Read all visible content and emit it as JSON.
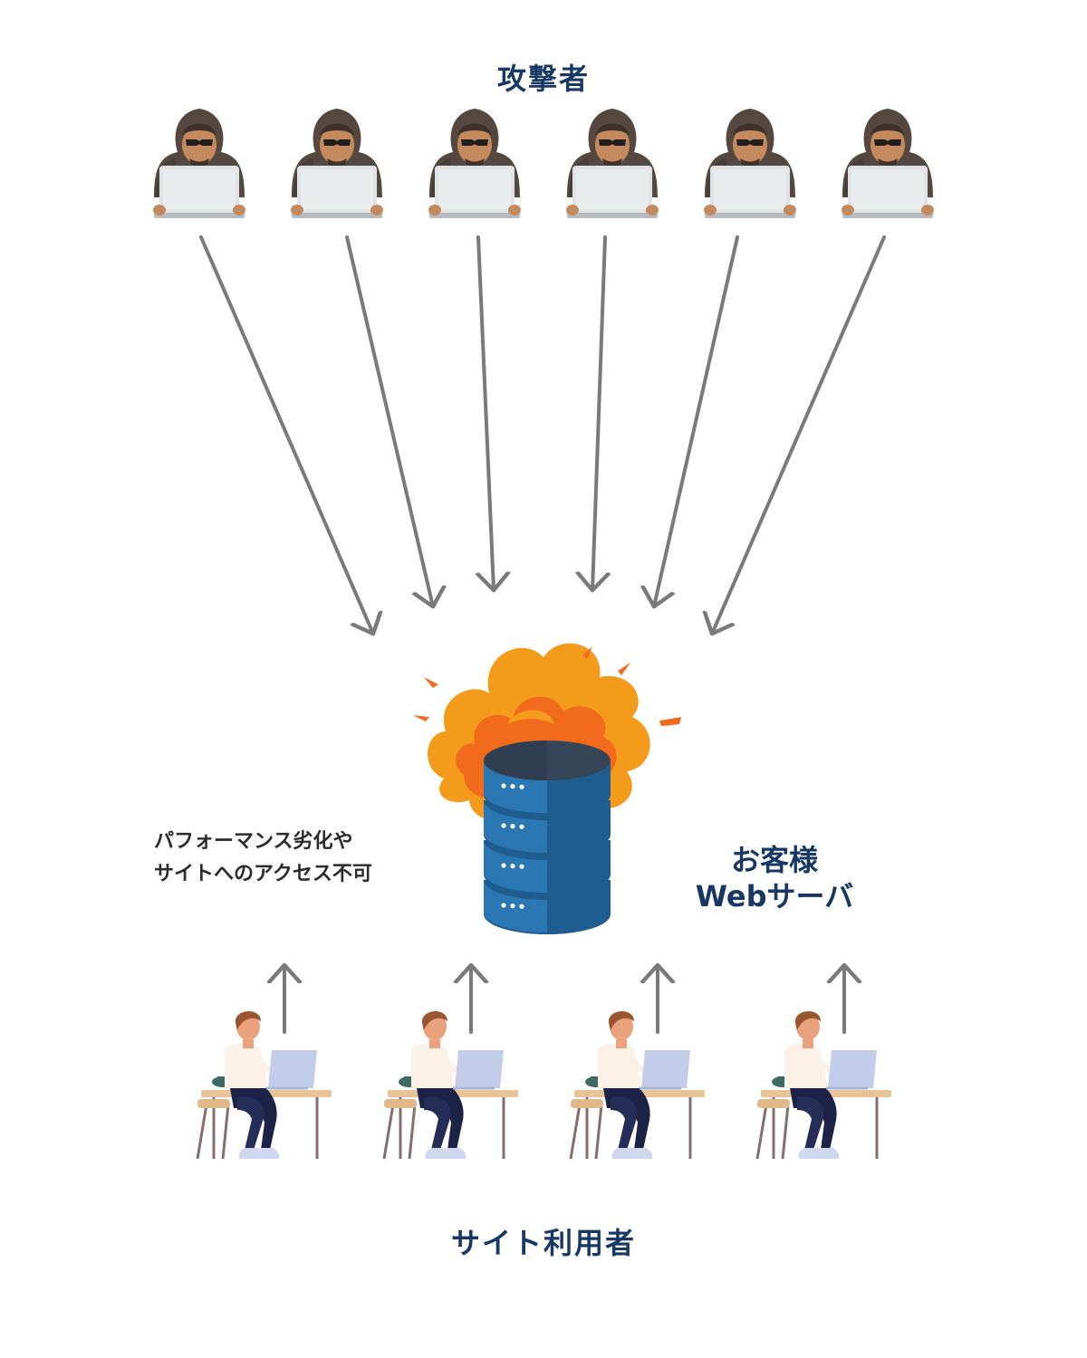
{
  "title_attackers": "攻撃者",
  "title_users": "サイト利用者",
  "server_label": {
    "line1": "お客様",
    "line2": "Webサーバ"
  },
  "effect_label": {
    "line1": "パフォーマンス劣化や",
    "line2": "サイトへのアクセス不可"
  },
  "attacker_count": 6,
  "user_count": 4,
  "icons": {
    "attacker": "hooded-hacker-icon",
    "server": "database-server-icon",
    "explosion": "explosion-icon",
    "user": "person-at-desk-icon"
  },
  "colors": {
    "title_text": "#173865",
    "body_text": "#2b2b2b",
    "arrow": "#7a7a7a",
    "server_blue": "#2a77b4",
    "server_top": "#364659",
    "explosion_outer": "#f59b1b",
    "explosion_inner": "#f26b1d",
    "hood": "#554841",
    "laptop": "#dfe3e6"
  }
}
